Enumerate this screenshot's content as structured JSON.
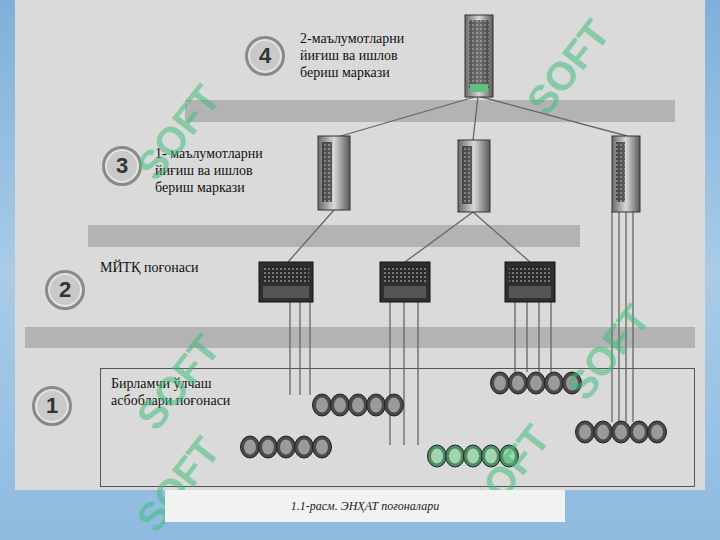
{
  "diagram": {
    "caption": "1.1-расм. ЭНҲАТ поғоналари",
    "nodes": [
      {
        "text": [
          "4"
        ]
      },
      {
        "text": [
          "3"
        ]
      },
      {
        "text": [
          "2"
        ]
      },
      {
        "text": [
          "Бирламчи ўлчаш асбоблари поғонаси"
        ]
      },
      {
        "text": [
          "1"
        ]
      }
    ],
    "labels": [
      "2-маълумотларни йиғиш ва ишлов бериш маркази",
      "1- маълумотларни йиғиш ва ишлов бериш маркази",
      "МЙТҚ поғонаси",
      "SOFT",
      "SOFT",
      "SOFT",
      "SOFT",
      "SOFT",
      "SOFT"
    ]
  }
}
